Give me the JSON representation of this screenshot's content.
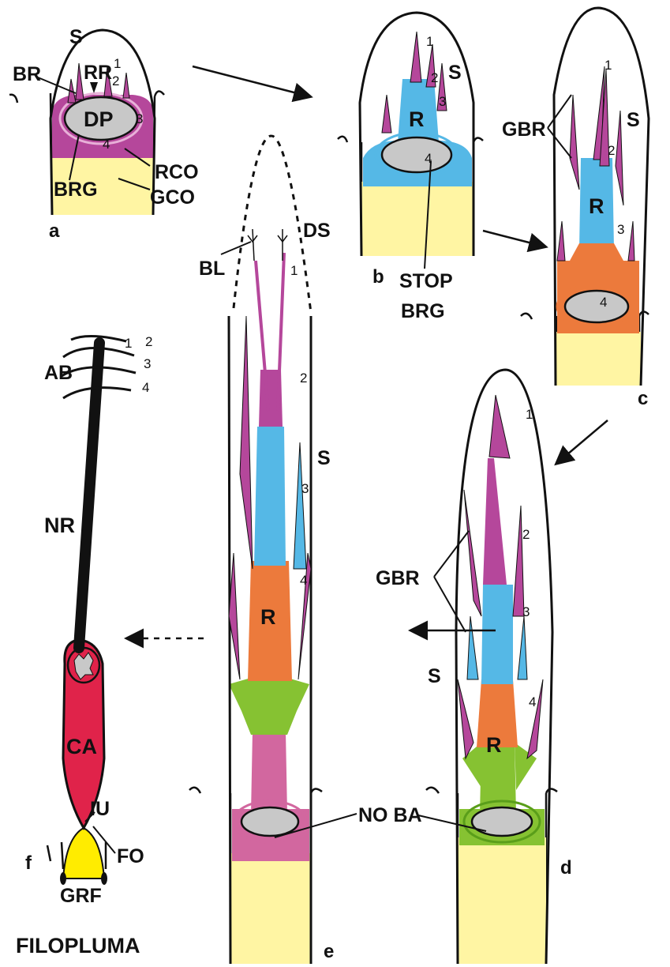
{
  "colors": {
    "dermal_papilla": "#c8c8c8",
    "ramus_collar": "#b5479b",
    "barb_magenta": "#b5479b",
    "ramus_blue": "#55b8e6",
    "ramus_orange": "#ec7a3c",
    "base_green": "#86c232",
    "base_pink": "#d2679f",
    "follicle_yellow": "#fff5a3",
    "calamus_red": "#e0234a",
    "germinal_yellow": "#ffec00",
    "rachis_black": "#111111"
  },
  "panels": {
    "a": {
      "letter": "a",
      "labels": {
        "s": "S",
        "br": "BR",
        "rr": "RR",
        "dp": "DP",
        "rco": "RCO",
        "brg": "BRG",
        "gco": "GCO"
      },
      "numbers": [
        "1",
        "2",
        "3",
        "4"
      ]
    },
    "b": {
      "letter": "b",
      "labels": {
        "s": "S",
        "r": "R",
        "stop1": "STOP",
        "stop2": "BRG"
      },
      "numbers": [
        "1",
        "2",
        "3",
        "4"
      ]
    },
    "c": {
      "letter": "c",
      "labels": {
        "gbr": "GBR",
        "s": "S",
        "r": "R"
      },
      "numbers": [
        "1",
        "2",
        "3",
        "4"
      ]
    },
    "d": {
      "letter": "d",
      "labels": {
        "gbr": "GBR",
        "s": "S",
        "r": "R"
      },
      "numbers": [
        "1",
        "2",
        "3",
        "4"
      ]
    },
    "e": {
      "letter": "e",
      "labels": {
        "ds": "DS",
        "bl": "BL",
        "s": "S",
        "r": "R",
        "noba": "NO BA"
      },
      "numbers": [
        "1",
        "2",
        "3",
        "4"
      ]
    },
    "f": {
      "letter": "f",
      "labels": {
        "ab": "AB",
        "nr": "NR",
        "ca": "CA",
        "iu": "IU",
        "fo": "FO",
        "grf": "GRF",
        "title": "FILOPLUMA"
      },
      "numbers": [
        "1",
        "2",
        "3",
        "4"
      ]
    }
  }
}
